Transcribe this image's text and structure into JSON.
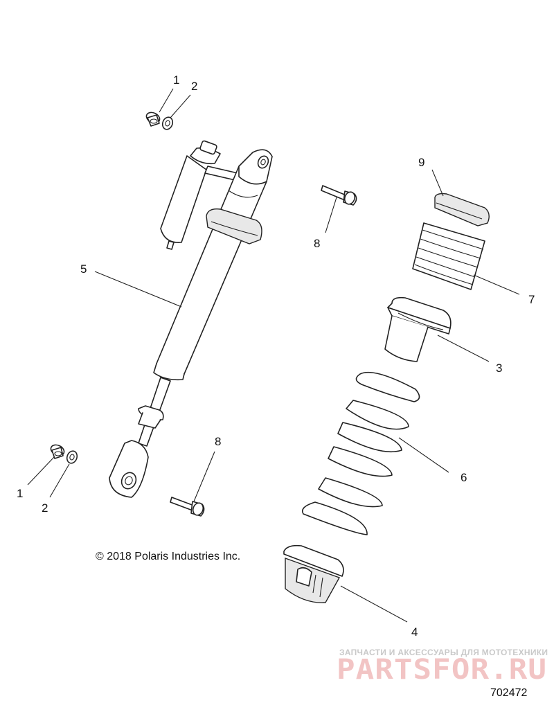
{
  "callouts": {
    "c1_top": "1",
    "c2_top": "2",
    "c9": "9",
    "c8_top": "8",
    "c5": "5",
    "c7": "7",
    "c3": "3",
    "c6": "6",
    "c8_bottom": "8",
    "c1_bottom": "1",
    "c2_bottom": "2",
    "c4": "4"
  },
  "copyright": "© 2018 Polaris Industries Inc.",
  "document_number": "702472",
  "watermark": {
    "tagline": "ЗАПЧАСТИ И АКСЕССУАРЫ ДЛЯ МОТОТЕХНИКИ",
    "brand": "PARTSFOR.RU"
  }
}
